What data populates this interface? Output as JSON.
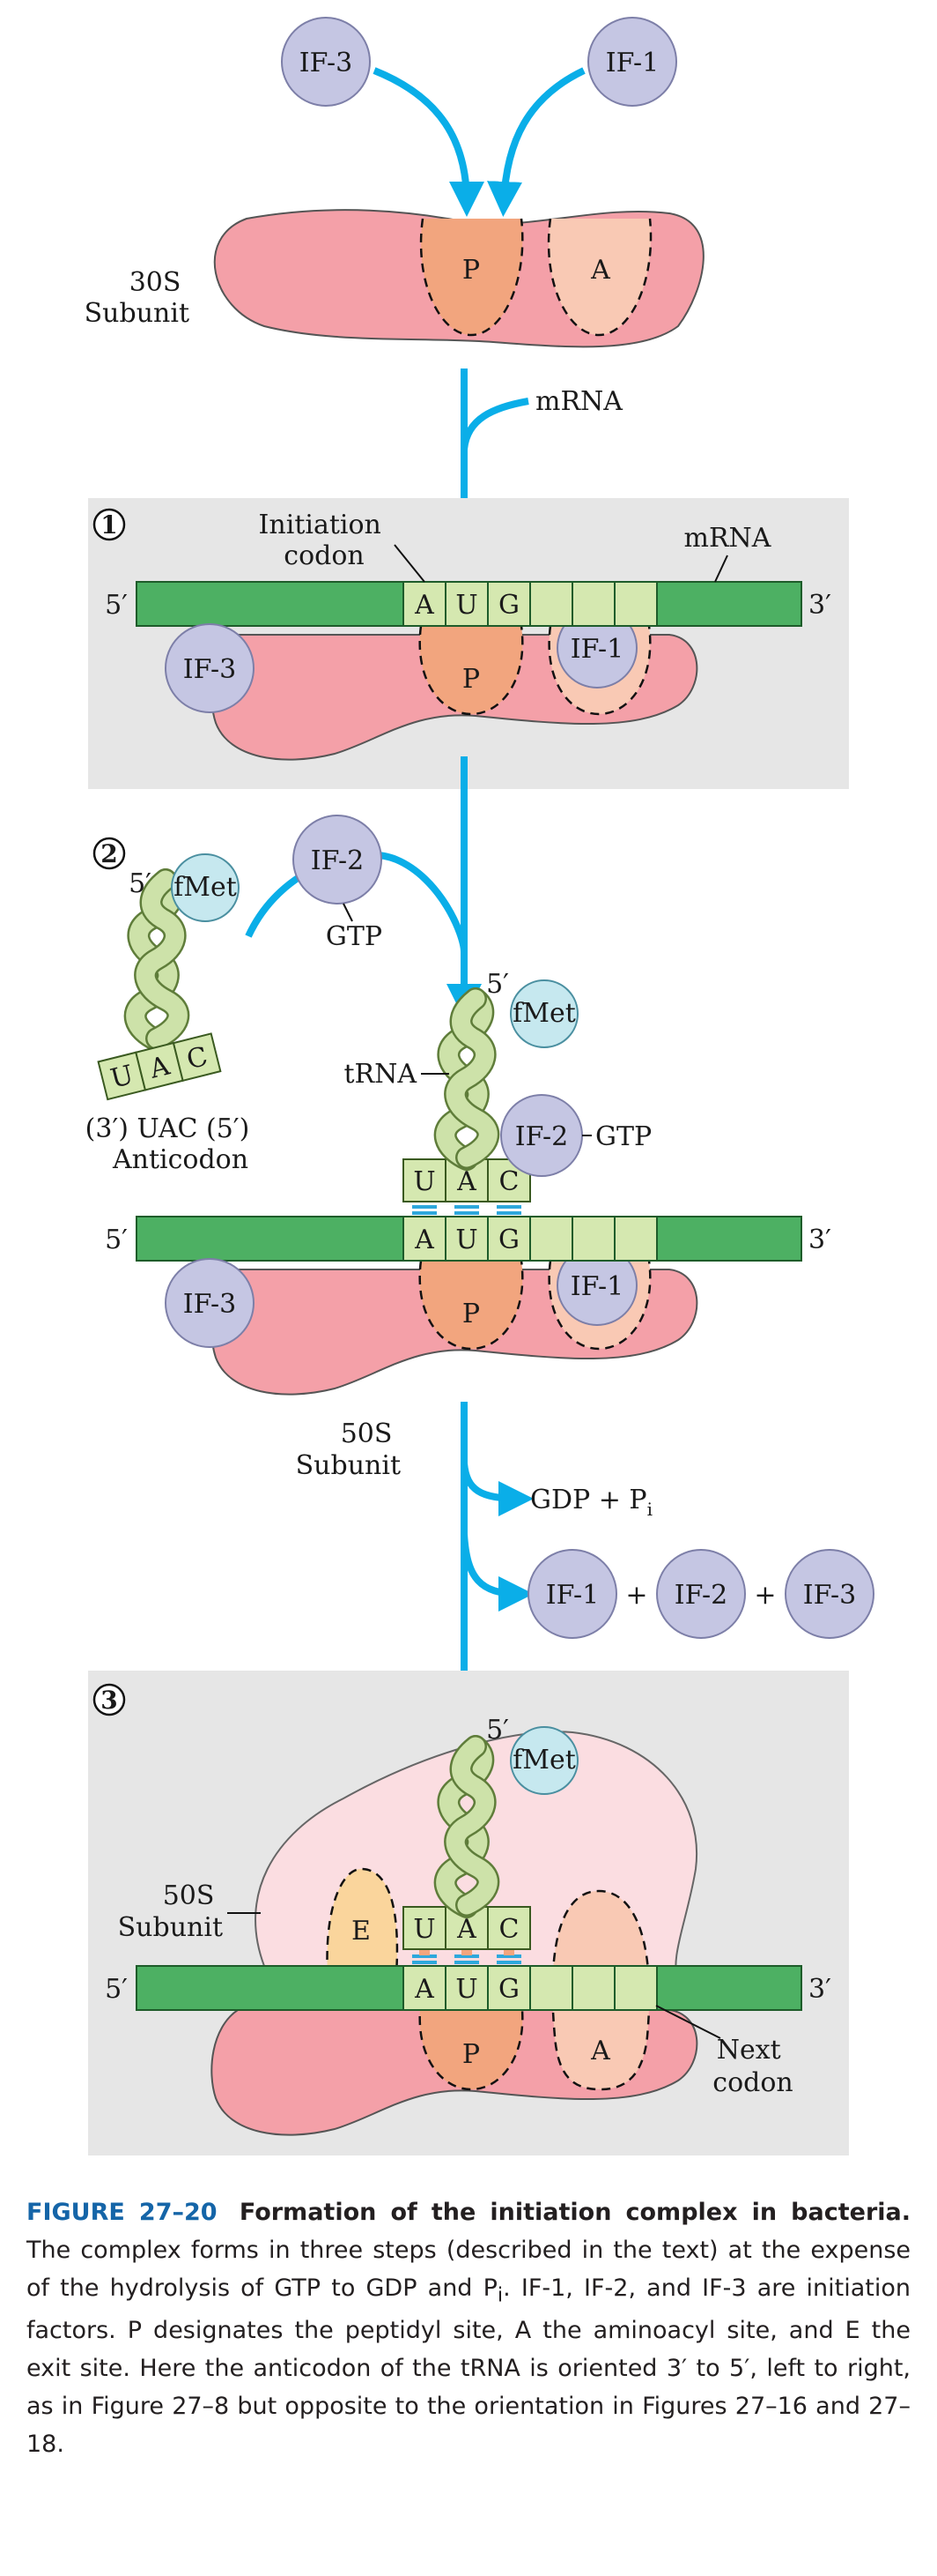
{
  "labels": {
    "if1": "IF-1",
    "if2": "IF-2",
    "if3": "IF-3",
    "p_site": "P",
    "a_site": "A",
    "e_site": "E",
    "subunit30s": [
      "30S",
      "Subunit"
    ],
    "subunit50s": [
      "50S",
      "Subunit"
    ],
    "mrna": "mRNA",
    "initiation_codon": [
      "Initiation",
      "codon"
    ],
    "five_prime": "5′",
    "three_prime": "3′",
    "codon_aug": [
      "A",
      "U",
      "G"
    ],
    "anticodon_uac": [
      "U",
      "A",
      "C"
    ],
    "fmet": "fMet",
    "gtp": "GTP",
    "trna": "tRNA",
    "anticodon_line1": "(3′) UAC (5′)",
    "anticodon_line2": "Anticodon",
    "gdp_pi": "GDP + P",
    "pi_sub": "i",
    "plus": "+",
    "next_codon": [
      "Next",
      "codon"
    ]
  },
  "steps": [
    "1",
    "2",
    "3"
  ],
  "colors": {
    "arrow": "#0aaee8",
    "mrna": "#4db063",
    "codon": "#d5e8b0",
    "subunit30s": "#f4a0a8",
    "p_site": "#f2a57e",
    "a_site": "#f9c9b4",
    "e_site": "#fad59c",
    "factor": "#c5c6e3",
    "fmet": "#c6e8ef",
    "trna": "#cde2a9",
    "subunit50s": "#fbdde1",
    "panel": "#e6e6e6",
    "pairing": "#2ea8dc",
    "caption_label": "#1565a8"
  },
  "caption": {
    "figure": "FIGURE 27–20",
    "title": "Formation of the initiation complex in bacteria.",
    "body_1": "The complex forms in three steps (described in the text) at the expense of the hydrolysis of GTP to GDP and P",
    "body_sub": "i",
    "body_2": ". IF-1, IF-2, and IF-3 are initiation factors. P designates the peptidyl site, A the aminoacyl site, and E the exit site. Here the anticodon of the tRNA is oriented 3′ to 5′, left to right, as in Figure 27–8 but opposite to the orientation in Figures 27–16 and 27–18."
  }
}
